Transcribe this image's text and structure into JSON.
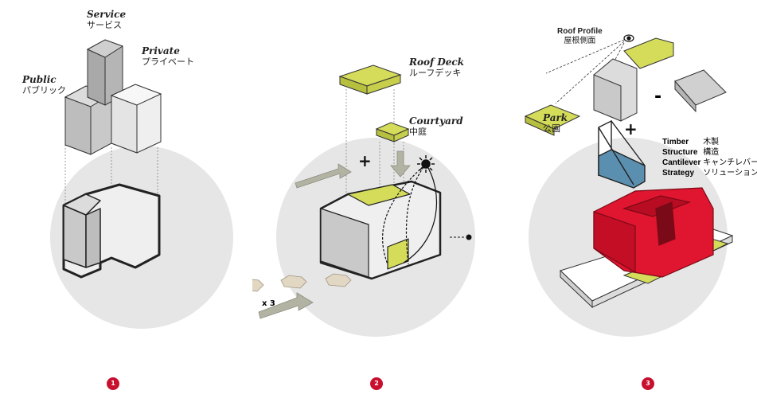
{
  "panel1": {
    "service": {
      "en": "Service",
      "jp": "サービス"
    },
    "private": {
      "en": "Private",
      "jp": "プライベート"
    },
    "public": {
      "en": "Public",
      "jp": "パブリック"
    },
    "number": "1"
  },
  "panel2": {
    "roof_deck": {
      "en": "Roof Deck",
      "jp": "ルーフデッキ"
    },
    "courtyard": {
      "en": "Courtyard",
      "jp": "中庭"
    },
    "plus": "+",
    "multiplier": "x 3",
    "number": "2"
  },
  "panel3": {
    "roof_profile": {
      "en": "Roof Profile",
      "jp": "屋根側面"
    },
    "park": {
      "en": "Park",
      "jp": "公園"
    },
    "minus": "-",
    "plus": "+",
    "legend": [
      {
        "en": "Timber",
        "jp": "木製"
      },
      {
        "en": "Structure",
        "jp": "構造"
      },
      {
        "en": "Cantilever",
        "jp": "キャンチレバー"
      },
      {
        "en": "Strategy",
        "jp": "ソリューション"
      }
    ],
    "number": "3"
  },
  "colors": {
    "circle": "#e6e6e6",
    "block_grey": "#c9c9c9",
    "block_light": "#efefef",
    "lime": "#d4dc5a",
    "red": "#e0152f",
    "blue": "#5b8fb0",
    "arrow": "#b3b3a3",
    "car": "#e1d7c2",
    "badge": "#c8102e"
  }
}
